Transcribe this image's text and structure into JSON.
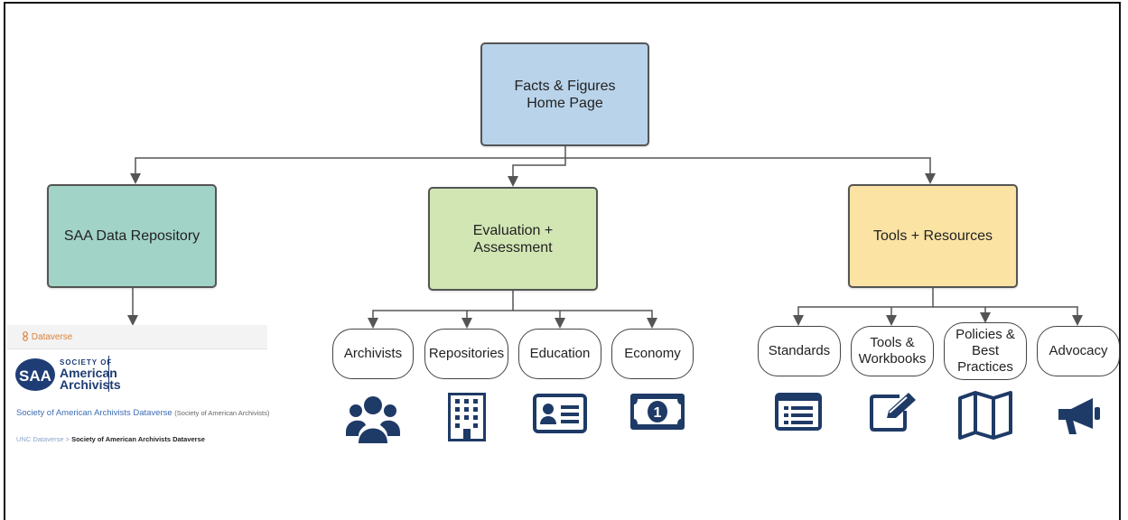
{
  "diagram": {
    "root": {
      "label": "Facts & Figures\nHome Page",
      "color": "#b9d3ea"
    },
    "branches": [
      {
        "label": "SAA Data Repository",
        "color": "#a1d3c7"
      },
      {
        "label": "Evaluation +\nAssessment",
        "color": "#d2e6b3"
      },
      {
        "label": "Tools + Resources",
        "color": "#fbe3a4"
      }
    ],
    "evaluation_items": [
      {
        "label": "Archivists",
        "icon": "people-group-icon"
      },
      {
        "label": "Repositories",
        "icon": "building-icon"
      },
      {
        "label": "Education",
        "icon": "id-card-icon"
      },
      {
        "label": "Economy",
        "icon": "dollar-bill-icon"
      }
    ],
    "tools_items": [
      {
        "label": "Standards",
        "icon": "list-icon"
      },
      {
        "label": "Tools &\nWorkbooks",
        "icon": "edit-pen-icon"
      },
      {
        "label": "Policies &\nBest\nPractices",
        "icon": "map-icon"
      },
      {
        "label": "Advocacy",
        "icon": "megaphone-icon"
      }
    ],
    "icon_color": "#1e3a66"
  },
  "dataverse": {
    "app_label": "Dataverse",
    "logo_abbr": "SAA",
    "logo_small": "SOCIETY OF",
    "logo_big_1": "American",
    "logo_big_2": "Archivists",
    "title": "Society of American Archivists Dataverse",
    "title_affiliation": "(Society of American Archivists)",
    "crumb_parent": "UNC Dataverse",
    "crumb_sep": ">",
    "crumb_current": "Society of American Archivists Dataverse"
  }
}
